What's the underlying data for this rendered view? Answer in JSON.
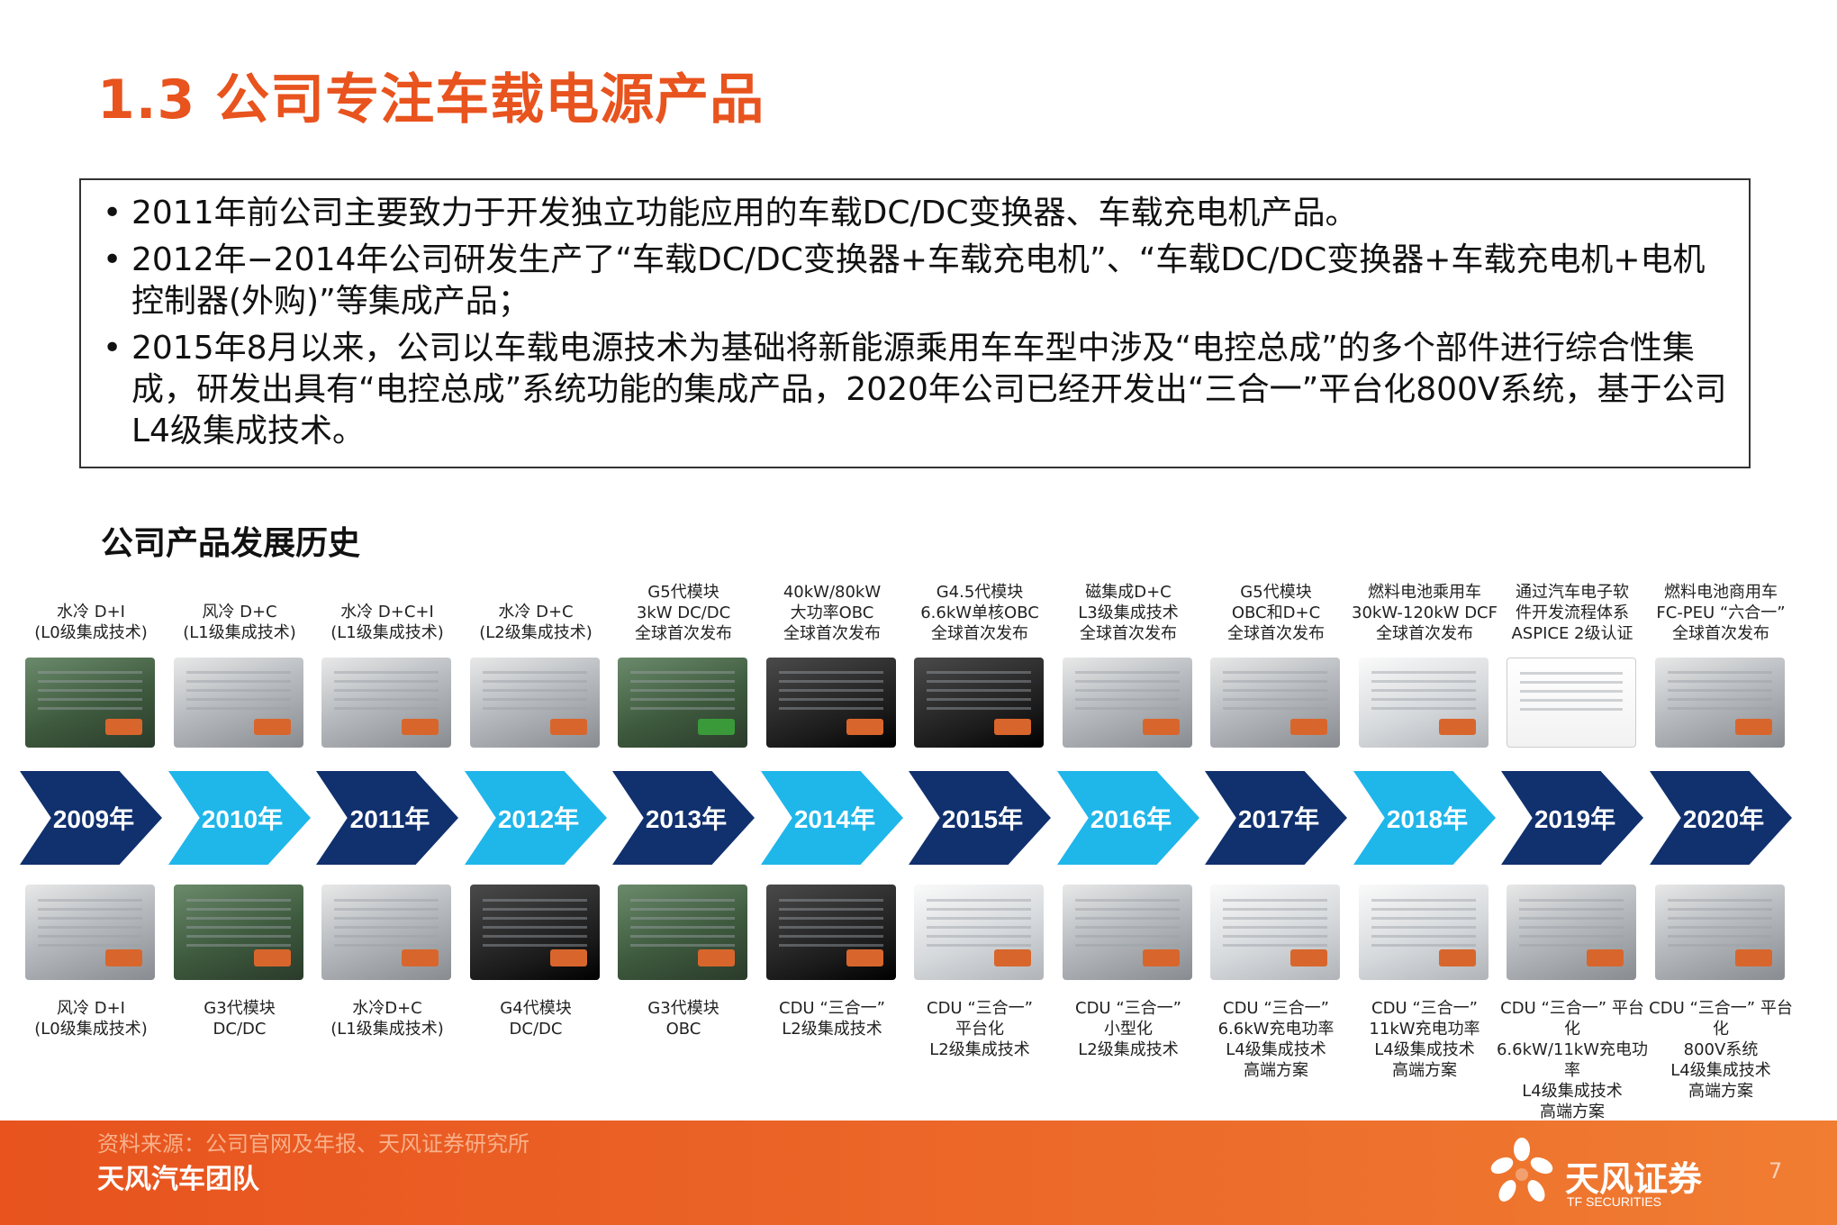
{
  "title": "1.3 公司专注车载电源产品",
  "summary": [
    "2011年前公司主要致力于开发独立功能应用的车载DC/DC变换器、车载充电机产品。",
    "2012年−2014年公司研发生产了“车载DC/DC变换器+车载充电机”、“车载DC/DC变换器+车载充电机+电机控制器(外购)”等集成产品；",
    "2015年8月以来，公司以车载电源技术为基础将新能源乘用车车型中涉及“电控总成”的多个部件进行综合性集成，研发出具有“电控总成”系统功能的集成产品，2020年公司已经开发出“三合一”平台化800V系统，基于公司L4级集成技术。"
  ],
  "bullet": "•",
  "section_title": "公司产品发展历史",
  "timeline": [
    {
      "year": "2009年",
      "color": "dark",
      "top_caption": [
        "水冷 D+I",
        "(L0级集成技术)"
      ],
      "top_icon": "obc-board-module-image",
      "bottom_caption": [
        "风冷 D+I",
        "(L0级集成技术)"
      ],
      "bottom_icon": "aircooled-module-image"
    },
    {
      "year": "2010年",
      "color": "light",
      "top_caption": [
        "风冷 D+C",
        "(L1级集成技术)"
      ],
      "top_icon": "aircooled-charger-image",
      "bottom_caption": [
        "G3代模块",
        "DC/DC"
      ],
      "bottom_icon": "g3-dcdc-board-image"
    },
    {
      "year": "2011年",
      "color": "dark",
      "top_caption": [
        "水冷 D+C+I",
        "(L1级集成技术)"
      ],
      "top_icon": "watercooled-box-image",
      "bottom_caption": [
        "水冷D+C",
        "(L1级集成技术)"
      ],
      "bottom_icon": "watercooled-dc-image"
    },
    {
      "year": "2012年",
      "color": "light",
      "top_caption": [
        "水冷 D+C",
        "(L2级集成技术)"
      ],
      "top_icon": "watercooled-l2-image",
      "bottom_caption": [
        "G4代模块",
        "DC/DC"
      ],
      "bottom_icon": "g4-dcdc-image"
    },
    {
      "year": "2013年",
      "color": "dark",
      "top_caption": [
        "G5代模块",
        "3kW DC/DC",
        "全球首次发布"
      ],
      "top_icon": "g5-board-image",
      "bottom_caption": [
        "G3代模块",
        "OBC"
      ],
      "bottom_icon": "g3-obc-image"
    },
    {
      "year": "2014年",
      "color": "light",
      "top_caption": [
        "40kW/80kW",
        "大功率OBC",
        "全球首次发布"
      ],
      "top_icon": "high-power-obc-image",
      "bottom_caption": [
        "CDU “三合一”",
        "L2级集成技术"
      ],
      "bottom_icon": "cdu-l2-image"
    },
    {
      "year": "2015年",
      "color": "dark",
      "top_caption": [
        "G4.5代模块",
        "6.6kW单核OBC",
        "全球首次发布"
      ],
      "top_icon": "g45-obc-image",
      "bottom_caption": [
        "CDU “三合一”",
        "平台化",
        "L2级集成技术"
      ],
      "bottom_icon": "cdu-platform-image"
    },
    {
      "year": "2016年",
      "color": "light",
      "top_caption": [
        "磁集成D+C",
        "L3级集成技术",
        "全球首次发布"
      ],
      "top_icon": "magnetic-integration-image",
      "bottom_caption": [
        "CDU “三合一”",
        "小型化",
        "L2级集成技术"
      ],
      "bottom_icon": "cdu-mini-image"
    },
    {
      "year": "2017年",
      "color": "dark",
      "top_caption": [
        "G5代模块",
        "OBC和D+C",
        "全球首次发布"
      ],
      "top_icon": "g5-obc-dc-image",
      "bottom_caption": [
        "CDU “三合一”",
        "6.6kW充电功率",
        "L4级集成技术",
        "高端方案"
      ],
      "bottom_icon": "cdu-66kw-image"
    },
    {
      "year": "2018年",
      "color": "light",
      "top_caption": [
        "燃料电池乘用车",
        "30kW-120kW DCF",
        "全球首次发布"
      ],
      "top_icon": "fuel-cell-dcf-image",
      "bottom_caption": [
        "CDU “三合一”",
        "11kW充电功率",
        "L4级集成技术",
        "高端方案"
      ],
      "bottom_icon": "cdu-11kw-image"
    },
    {
      "year": "2019年",
      "color": "dark",
      "top_caption": [
        "通过汽车电子软",
        "件开发流程体系",
        "ASPICE 2级认证"
      ],
      "top_icon": "aspice-certificate-image",
      "bottom_caption": [
        "CDU “三合一” 平台化",
        "6.6kW/11kW充电功率",
        "L4级集成技术",
        "高端方案"
      ],
      "bottom_icon": "cdu-platform-l4-image"
    },
    {
      "year": "2020年",
      "color": "dark",
      "top_caption": [
        "燃料电池商用车",
        "FC-PEU “六合一”",
        "全球首次发布"
      ],
      "top_icon": "fc-peu-image",
      "bottom_caption": [
        "CDU “三合一” 平台化",
        "800V系统",
        "L4级集成技术",
        "高端方案"
      ],
      "bottom_icon": "cdu-800v-image"
    }
  ],
  "footer": {
    "source": "资料来源：公司官网及年报、天风证券研究所",
    "team": "天风汽车团队",
    "brand": "天风证券",
    "brand_en": "TF SECURITIES",
    "page_number": "7"
  },
  "colors": {
    "title": "#e8531e",
    "arrow_dark": "#10306e",
    "arrow_light": "#1fb6ea",
    "footer": "#e8531e"
  }
}
